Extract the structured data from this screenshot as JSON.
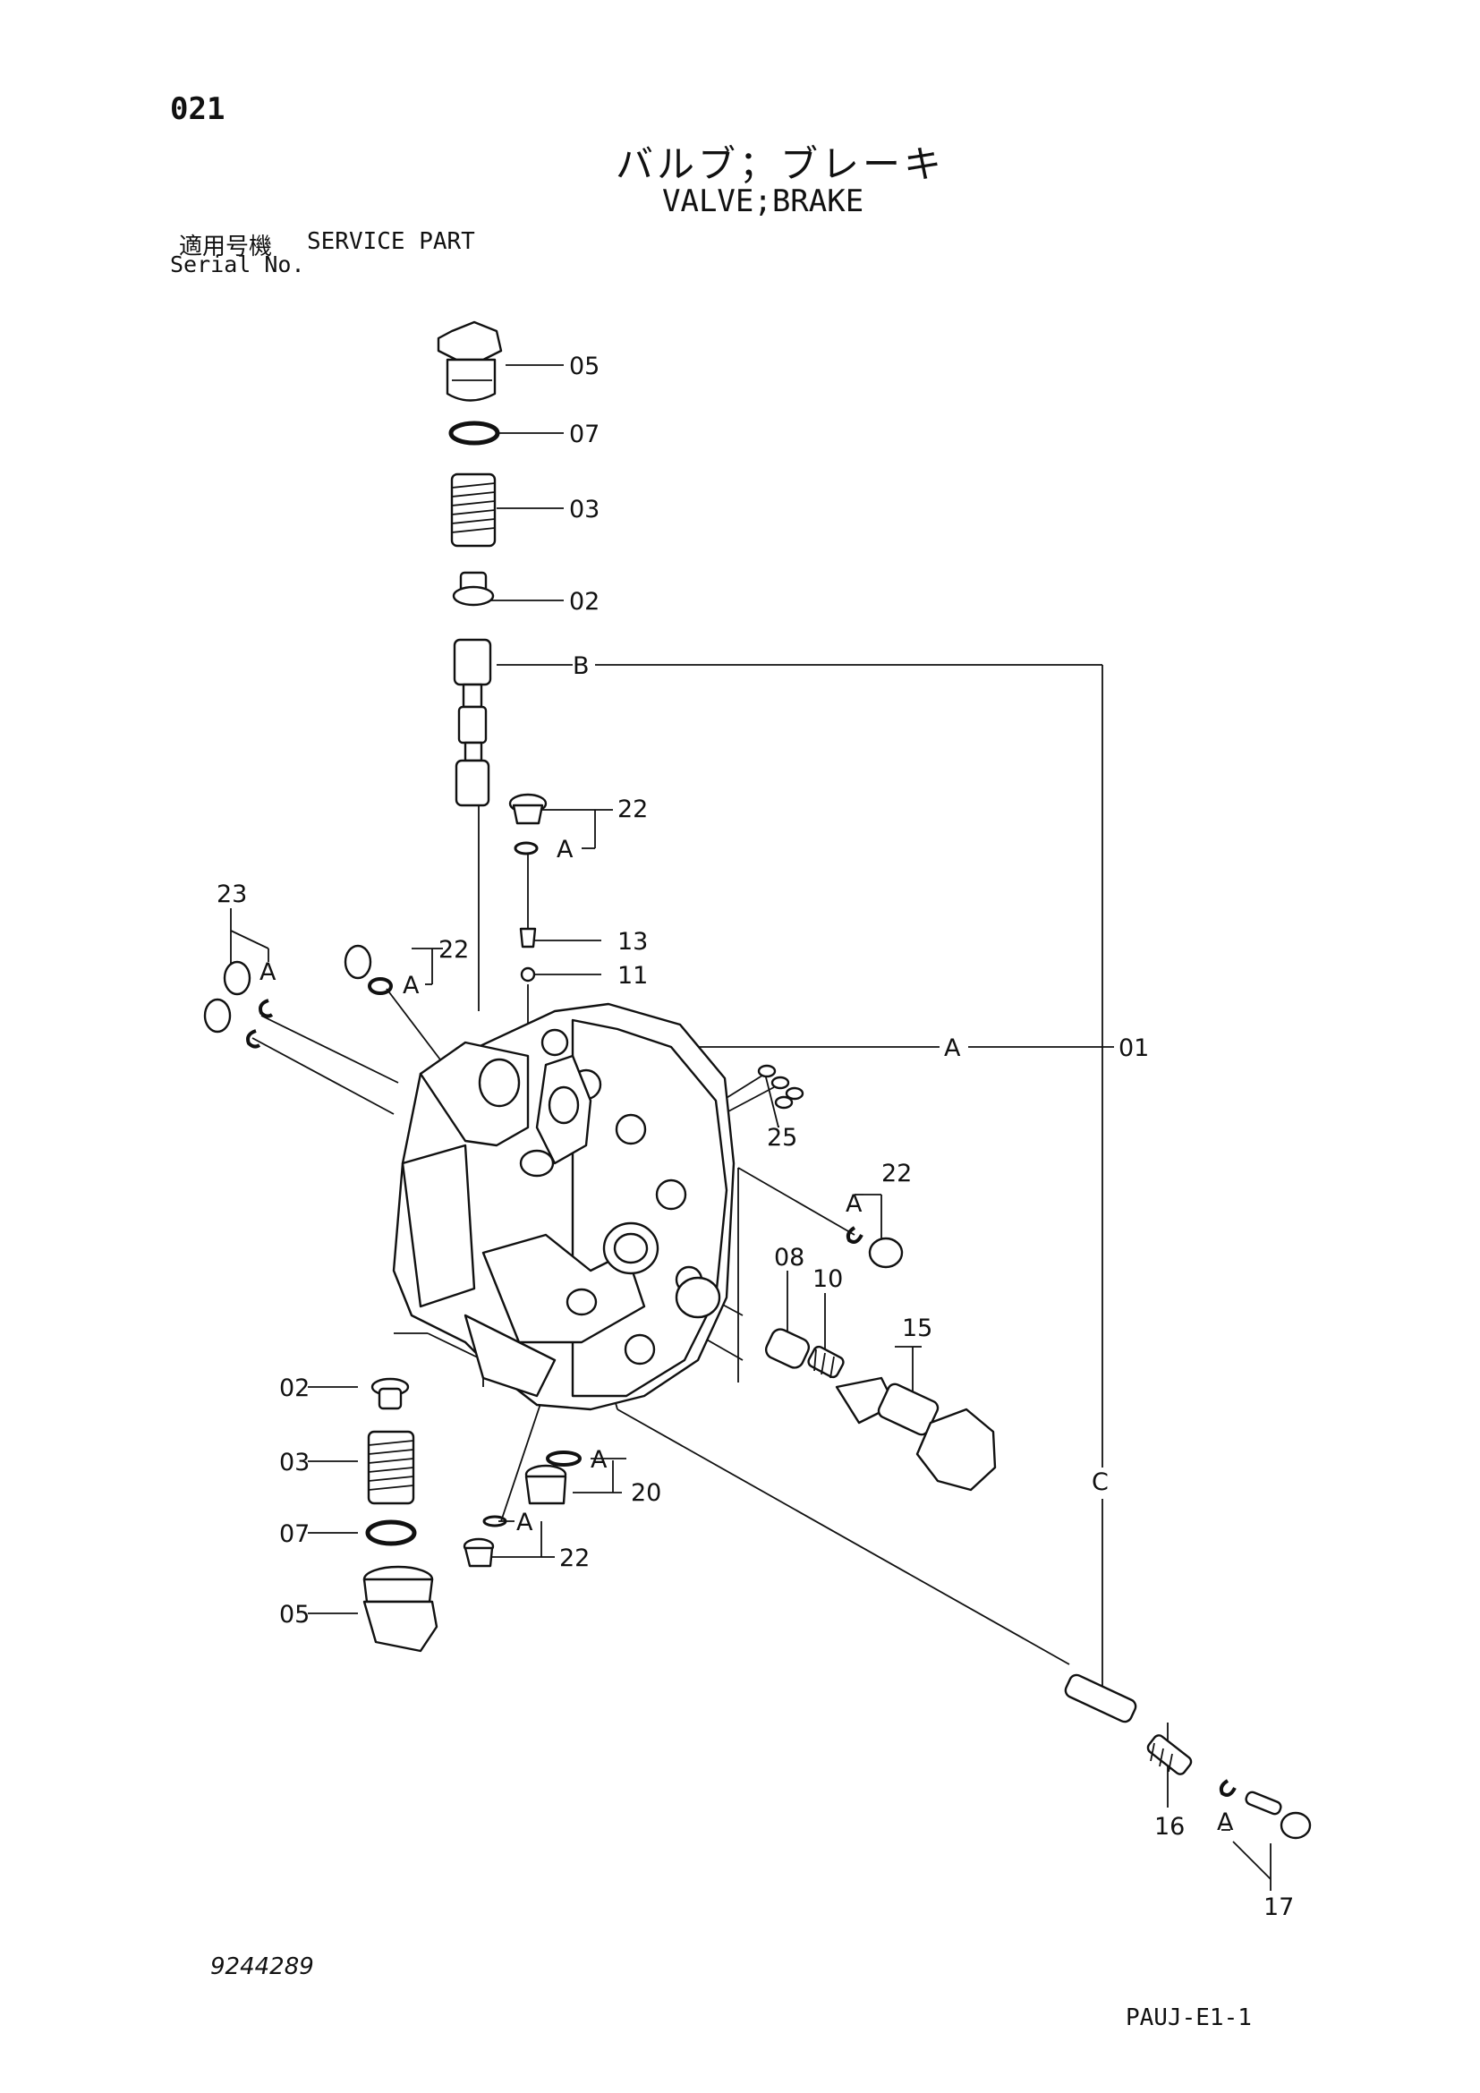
{
  "header": {
    "page_number": "021",
    "title_japanese": "バルブ；ブレーキ",
    "title_english": "VALVE;BRAKE",
    "applicable_label": "適用号機",
    "service_part": "SERVICE PART",
    "serial_label": "Serial No."
  },
  "footer": {
    "document_number": "9244289",
    "catalog_code": "PAUJ-E1-1"
  },
  "callouts": {
    "c05_top": "05",
    "c07_top": "07",
    "c03_top": "03",
    "c02_top": "02",
    "cB": "B",
    "c22_a": "22",
    "cA_1": "A",
    "c13": "13",
    "c11": "11",
    "c23": "23",
    "cA_2": "A",
    "c22_b": "22",
    "cA_3": "A",
    "cA_4": "A",
    "c01": "01",
    "c25": "25",
    "c22_c": "22",
    "cA_5": "A",
    "c08": "08",
    "c10": "10",
    "c15": "15",
    "c02_bot": "02",
    "c03_bot": "03",
    "c07_bot": "07",
    "c05_bot": "05",
    "cA_6": "A",
    "c20": "20",
    "cA_7": "A",
    "c22_d": "22",
    "cC": "C",
    "c16": "16",
    "cA_8": "A",
    "c17": "17"
  },
  "icons": {
    "plug": "plug-icon",
    "o_ring": "o-ring-icon",
    "spring": "spring-icon",
    "spool": "spool-icon",
    "valve_body": "valve-body-icon"
  }
}
